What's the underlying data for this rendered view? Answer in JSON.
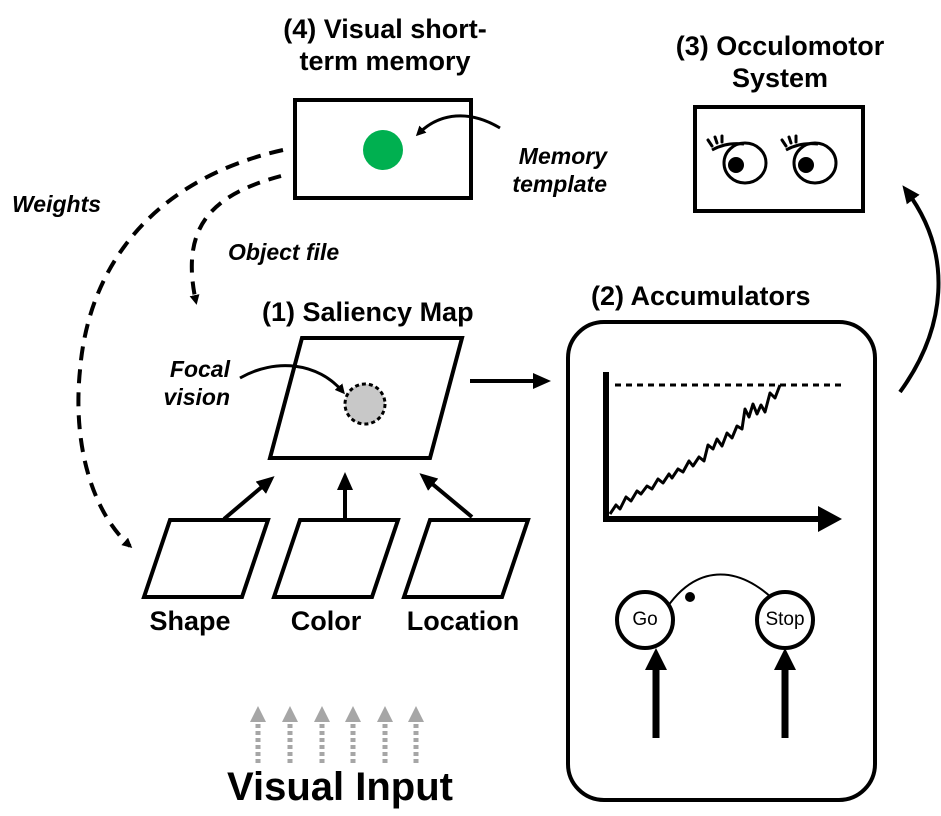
{
  "titles": {
    "memory_line1": "(4) Visual short-",
    "memory_line2": "term memory",
    "occulo_line1": "(3) Occulomotor",
    "occulo_line2": "System",
    "saliency": "(1) Saliency Map",
    "accumulators": "(2) Accumulators"
  },
  "annotations": {
    "memory_template_line1": "Memory",
    "memory_template_line2": "template",
    "weights": "Weights",
    "object_file": "Object file",
    "focal_line1": "Focal",
    "focal_line2": "vision"
  },
  "features": [
    "Shape",
    "Color",
    "Location"
  ],
  "nodes": {
    "go": "Go",
    "stop": "Stop"
  },
  "visual_input": "Visual Input",
  "colors": {
    "memory_dot": "#00b050",
    "focal_fill": "#c8c8c8",
    "input_arrows": "#a6a6a6",
    "stroke": "#000000"
  },
  "icons": [
    "eye-icon",
    "eye-icon"
  ]
}
